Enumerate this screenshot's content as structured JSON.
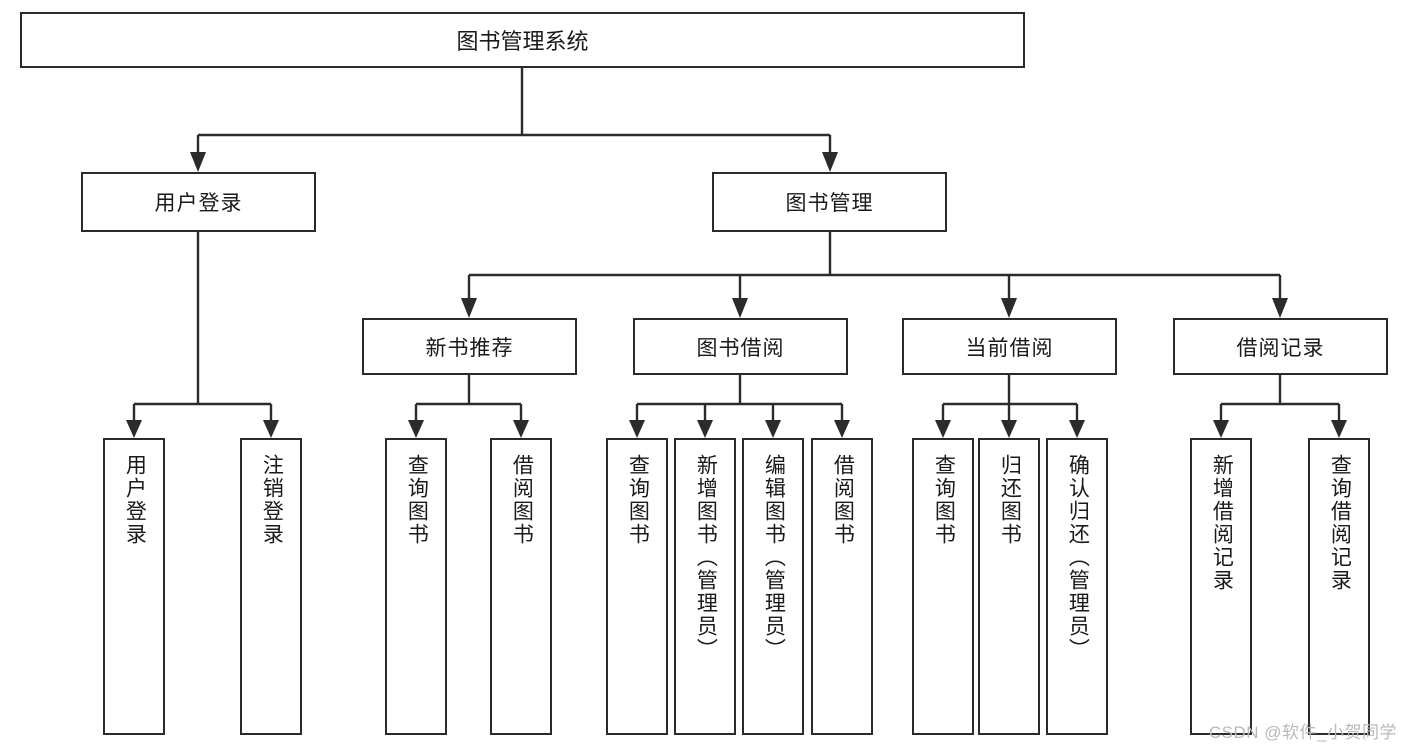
{
  "diagram": {
    "title": "图书管理系统",
    "type": "tree",
    "watermark": "CSDN @软件_小贺同学",
    "colors": {
      "box_border": "#2b2b2b",
      "box_fill": "#ffffff",
      "edge": "#2b2b2b",
      "text": "#1a1a1a",
      "watermark": "#b9b9b9"
    }
  },
  "nodes": {
    "root": {
      "label": "图书管理系统",
      "level": 1
    },
    "level2": [
      {
        "id": "user_login",
        "label": "用户登录"
      },
      {
        "id": "book_manage",
        "label": "图书管理"
      }
    ],
    "level3": [
      {
        "id": "new_book_rec",
        "label": "新书推荐"
      },
      {
        "id": "book_borrow",
        "label": "图书借阅"
      },
      {
        "id": "current_borrow",
        "label": "当前借阅"
      },
      {
        "id": "borrow_record",
        "label": "借阅记录"
      }
    ],
    "leaves": {
      "user_login": [
        {
          "id": "leaf_user_login",
          "label": "用户登录"
        },
        {
          "id": "leaf_user_logout",
          "label": "注销登录"
        }
      ],
      "new_book_rec": [
        {
          "id": "leaf_query_book_1",
          "label": "查询图书"
        },
        {
          "id": "leaf_borrow_book_1",
          "label": "借阅图书"
        }
      ],
      "book_borrow": [
        {
          "id": "leaf_query_book_2",
          "label": "查询图书"
        },
        {
          "id": "leaf_add_book",
          "label": "新增图书（管理员）"
        },
        {
          "id": "leaf_edit_book",
          "label": "编辑图书（管理员）"
        },
        {
          "id": "leaf_borrow_book_2",
          "label": "借阅图书"
        }
      ],
      "current_borrow": [
        {
          "id": "leaf_query_book_3",
          "label": "查询图书"
        },
        {
          "id": "leaf_return_book",
          "label": "归还图书"
        },
        {
          "id": "leaf_confirm_return",
          "label": "确认归还（管理员）"
        }
      ],
      "borrow_record": [
        {
          "id": "leaf_add_record",
          "label": "新增借阅记录"
        },
        {
          "id": "leaf_query_record",
          "label": "查询借阅记录"
        }
      ]
    }
  }
}
